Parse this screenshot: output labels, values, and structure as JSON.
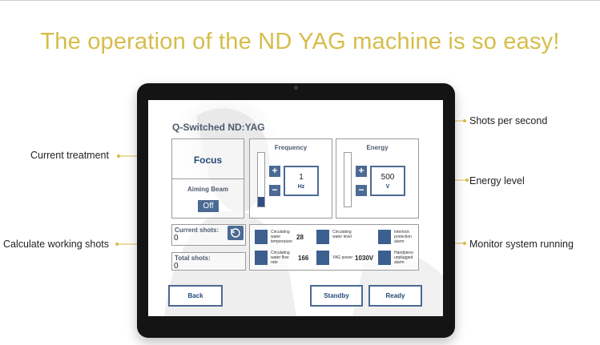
{
  "headline": "The operation of the ND YAG machine is so easy!",
  "annotations": {
    "current_treatment": "Current treatment",
    "shots_per_second": "Shots per second",
    "energy_level": "Energy level",
    "calculate_working_shots": "Calculate working shots",
    "monitor_system": "Monitor system running"
  },
  "screen": {
    "title": "Q-Switched ND:YAG",
    "treatment": {
      "mode": "Focus",
      "aiming_beam_label": "Aiming Beam",
      "aiming_beam_state": "Off"
    },
    "frequency": {
      "title": "Frequency",
      "value": "1",
      "unit": "Hz",
      "plus": "+",
      "minus": "−",
      "level_fraction": 0.18
    },
    "energy": {
      "title": "Energy",
      "value": "500",
      "unit": "V",
      "plus": "+",
      "minus": "−",
      "level_fraction": 0.0
    },
    "shots": {
      "current_label": "Current shots:",
      "current_value": "0",
      "total_label": "Total shots:",
      "total_value": "0"
    },
    "status": {
      "water_temp_label": "Circulating water temperature",
      "water_temp_value": "28",
      "water_level_label": "Circulating water level",
      "interlock_label": "Interlock protection alarm",
      "flow_rate_label": "Circulating water flow rate",
      "flow_rate_value": "166",
      "yag_power_label": "YAG power",
      "yag_power_value": "1030V",
      "handpiece_label": "Handpiece unplugged alarm"
    },
    "buttons": {
      "back": "Back",
      "standby": "Standby",
      "ready": "Ready"
    }
  },
  "colors": {
    "headline": "#d6bd4a",
    "accent_blue": "#4b6a94",
    "leader_gold": "#d6bd4a"
  }
}
